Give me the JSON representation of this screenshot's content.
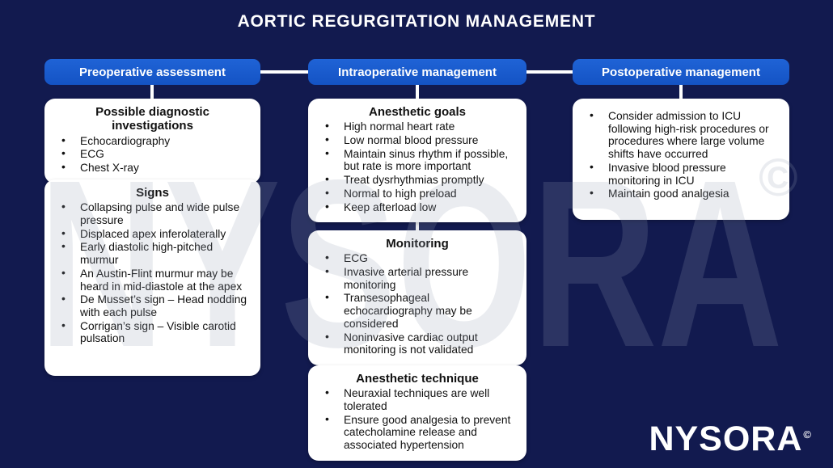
{
  "title": "AORTIC REGURGITATION MANAGEMENT",
  "colors": {
    "background": "#121a4f",
    "header_blue": "#1757c9",
    "box_white": "#ffffff",
    "text_dark": "#111111",
    "connector_white": "#ffffff"
  },
  "watermark": {
    "text": "NYSORA",
    "copyright": "©"
  },
  "logo": {
    "text": "NYSORA",
    "copyright": "©"
  },
  "columns": [
    {
      "header": "Preoperative assessment",
      "boxes": [
        {
          "title": "Possible diagnostic investigations",
          "bullets": [
            "Echocardiography",
            "ECG",
            "Chest X-ray"
          ]
        },
        {
          "title": "Signs",
          "bullets": [
            "Collapsing pulse and wide pulse pressure",
            "Displaced apex inferolaterally",
            "Early diastolic high-pitched murmur",
            "An Austin-Flint murmur may be heard in mid-diastole at the apex",
            "De Musset’s sign – Head nodding with each pulse",
            "Corrigan’s sign – Visible carotid pulsation"
          ]
        }
      ]
    },
    {
      "header": "Intraoperative management",
      "boxes": [
        {
          "title": "Anesthetic goals",
          "bullets": [
            "High normal heart rate",
            "Low normal blood pressure",
            "Maintain sinus rhythm if possible, but rate is more important",
            "Treat dysrhythmias promptly",
            "Normal to high preload",
            "Keep afterload low"
          ]
        },
        {
          "title": "Monitoring",
          "bullets": [
            "ECG",
            "Invasive arterial pressure monitoring",
            "Transesophageal echocardiography may be considered",
            "Noninvasive cardiac output monitoring is not validated"
          ]
        },
        {
          "title": "Anesthetic technique",
          "bullets": [
            "Neuraxial techniques are well tolerated",
            "Ensure good analgesia to prevent catecholamine release and associated hypertension"
          ]
        }
      ]
    },
    {
      "header": "Postoperative management",
      "boxes": [
        {
          "title": "",
          "bullets": [
            "Consider admission to ICU following high-risk procedures or procedures where large volume shifts have occurred",
            "Invasive blood pressure monitoring in ICU",
            "Maintain good analgesia"
          ]
        }
      ]
    }
  ]
}
